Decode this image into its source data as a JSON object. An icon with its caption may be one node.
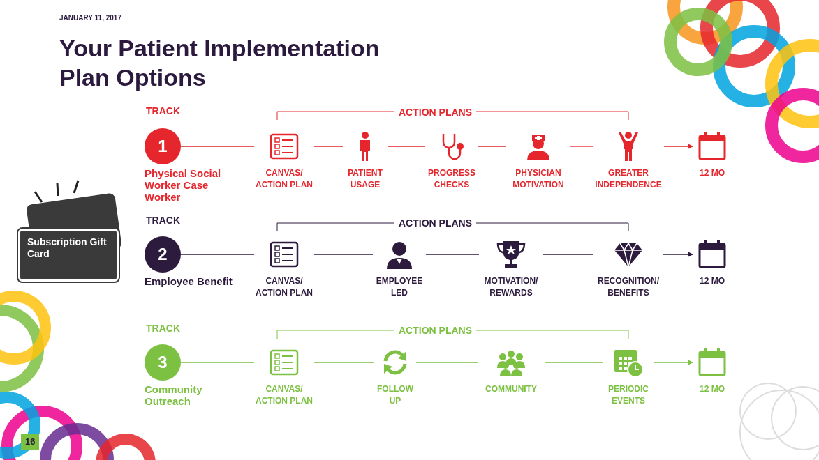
{
  "diagram": {
    "title": "Your Patient Implementation Plan Options",
    "nodes": [
      {
        "text": [
          "Subscription Gift Card"
        ]
      },
      {
        "text": [
          "1"
        ],
        "beside": [
          "Physical Social Worker Case Worker"
        ]
      },
      {
        "text": [
          "CANVAS/ ACTION PLAN"
        ]
      },
      {
        "text": [
          "PATIENT USAGE"
        ]
      },
      {
        "text": [
          "PROGRESS CHECKS"
        ]
      },
      {
        "text": [
          "PHYSICIAN MOTIVATION"
        ]
      },
      {
        "text": [
          "GREATER INDEPENDENCE"
        ]
      },
      {
        "text": [
          "12 MO"
        ]
      },
      {
        "text": [
          "2"
        ],
        "beside": [
          "Employee Benefit"
        ]
      },
      {
        "text": [
          "CANVAS/ ACTION PLAN"
        ]
      },
      {
        "text": [
          "EMPLOYEE LED"
        ]
      },
      {
        "text": [
          "MOTIVATION/ REWARDS"
        ]
      },
      {
        "text": [
          "RECOGNITION/ BENEFITS"
        ]
      },
      {
        "text": [
          "12 MO"
        ]
      },
      {
        "text": [
          "3"
        ],
        "beside": [
          "Community Outreach"
        ]
      },
      {
        "text": [
          "CANVAS/ ACTION PLAN"
        ]
      },
      {
        "text": [
          "FOLLOW UP"
        ]
      },
      {
        "text": [
          "COMMUNITY"
        ]
      },
      {
        "text": [
          "PERIODIC EVENTS"
        ]
      },
      {
        "text": [
          "12 MO"
        ]
      }
    ],
    "edges": [
      {
        "from": 1,
        "to": 2,
        "arrow": "none",
        "color": "#e5262d"
      },
      {
        "from": 2,
        "to": 3,
        "arrow": "none",
        "color": "#e5262d"
      },
      {
        "from": 3,
        "to": 4,
        "arrow": "none",
        "color": "#e5262d"
      },
      {
        "from": 4,
        "to": 5,
        "arrow": "none",
        "color": "#e5262d"
      },
      {
        "from": 5,
        "to": 6,
        "arrow": "none",
        "color": "#e5262d"
      },
      {
        "from": 6,
        "to": 7,
        "arrow": "to",
        "color": "#e5262d"
      },
      {
        "from": 8,
        "to": 9,
        "arrow": "none",
        "color": "#2d1b3e"
      },
      {
        "from": 9,
        "to": 10,
        "arrow": "none",
        "color": "#2d1b3e"
      },
      {
        "from": 10,
        "to": 11,
        "arrow": "none",
        "color": "#2d1b3e"
      },
      {
        "from": 11,
        "to": 12,
        "arrow": "none",
        "color": "#2d1b3e"
      },
      {
        "from": 12,
        "to": 13,
        "arrow": "to",
        "color": "#2d1b3e"
      },
      {
        "from": 14,
        "to": 15,
        "arrow": "none",
        "color": "#7dc143"
      },
      {
        "from": 15,
        "to": 16,
        "arrow": "none",
        "color": "#7dc143"
      },
      {
        "from": 16,
        "to": 17,
        "arrow": "none",
        "color": "#7dc143"
      },
      {
        "from": 17,
        "to": 18,
        "arrow": "none",
        "color": "#7dc143"
      },
      {
        "from": 18,
        "to": 19,
        "arrow": "to",
        "color": "#7dc143"
      }
    ],
    "labels": [
      "JANUARY 11, 2017",
      "TRACK",
      "ACTION PLANS",
      "TRACK",
      "ACTION PLANS",
      "TRACK",
      "ACTION PLANS",
      "16"
    ]
  }
}
